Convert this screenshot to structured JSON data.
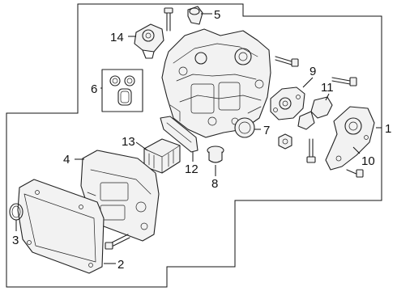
{
  "diagram": {
    "callouts": [
      {
        "id": "1",
        "label": "1"
      },
      {
        "id": "2",
        "label": "2"
      },
      {
        "id": "3",
        "label": "3"
      },
      {
        "id": "4",
        "label": "4"
      },
      {
        "id": "5",
        "label": "5"
      },
      {
        "id": "6",
        "label": "6"
      },
      {
        "id": "7",
        "label": "7"
      },
      {
        "id": "8",
        "label": "8"
      },
      {
        "id": "9",
        "label": "9"
      },
      {
        "id": "10",
        "label": "10"
      },
      {
        "id": "11",
        "label": "11"
      },
      {
        "id": "12",
        "label": "12"
      },
      {
        "id": "13",
        "label": "13"
      },
      {
        "id": "14",
        "label": "14"
      }
    ],
    "colors": {
      "line": "#222222",
      "background": "#ffffff",
      "part_fill": "#f2f2f2"
    }
  }
}
